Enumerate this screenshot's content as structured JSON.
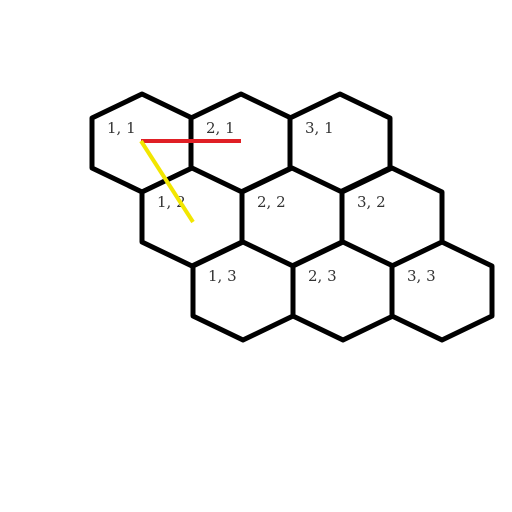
{
  "colors": {
    "hex_stroke": "#000000",
    "hex_fill": "#ffffff",
    "label": "#333333",
    "red_line": "#e01f25",
    "yellow_line": "#f2e600"
  },
  "cells": [
    {
      "id": "1,1",
      "label": "1, 1"
    },
    {
      "id": "2,1",
      "label": "2, 1"
    },
    {
      "id": "3,1",
      "label": "3, 1"
    },
    {
      "id": "1,2",
      "label": "1, 2"
    },
    {
      "id": "2,2",
      "label": "2, 2"
    },
    {
      "id": "3,2",
      "label": "3, 2"
    },
    {
      "id": "1,3",
      "label": "1, 3"
    },
    {
      "id": "2,3",
      "label": "2, 3"
    },
    {
      "id": "3,3",
      "label": "3, 3"
    }
  ],
  "connectors": [
    {
      "from": "1,1",
      "to": "2,1",
      "color": "red"
    },
    {
      "from": "1,1",
      "to": "1,2",
      "color": "yellow"
    }
  ]
}
